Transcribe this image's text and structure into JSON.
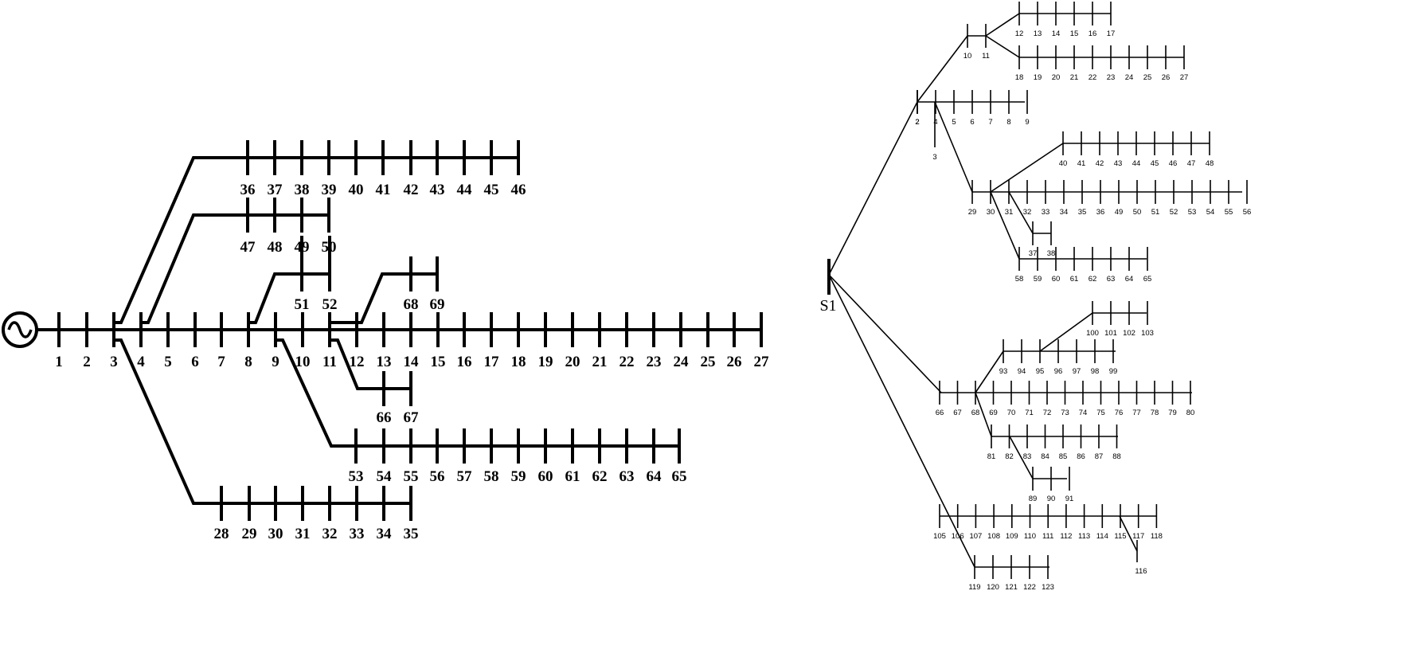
{
  "left_network": {
    "buses": [
      "1",
      "2",
      "3",
      "4",
      "5",
      "6",
      "7",
      "8",
      "9",
      "10",
      "11",
      "12",
      "13",
      "14",
      "15",
      "16",
      "17",
      "18",
      "19",
      "20",
      "21",
      "22",
      "23",
      "24",
      "25",
      "26",
      "27",
      "28",
      "29",
      "30",
      "31",
      "32",
      "33",
      "34",
      "35",
      "36",
      "37",
      "38",
      "39",
      "40",
      "41",
      "42",
      "43",
      "44",
      "45",
      "46",
      "47",
      "48",
      "49",
      "50",
      "51",
      "52",
      "53",
      "54",
      "55",
      "56",
      "57",
      "58",
      "59",
      "60",
      "61",
      "62",
      "63",
      "64",
      "65",
      "66",
      "67",
      "68",
      "69"
    ]
  },
  "right_network": {
    "source_label": "S1",
    "buses": [
      "2",
      "3",
      "4",
      "5",
      "6",
      "7",
      "8",
      "9",
      "10",
      "11",
      "12",
      "13",
      "14",
      "15",
      "16",
      "17",
      "18",
      "19",
      "20",
      "21",
      "22",
      "23",
      "24",
      "25",
      "26",
      "27",
      "29",
      "30",
      "31",
      "32",
      "33",
      "34",
      "35",
      "36",
      "37",
      "38",
      "40",
      "41",
      "42",
      "43",
      "44",
      "45",
      "46",
      "47",
      "48",
      "49",
      "50",
      "51",
      "52",
      "53",
      "54",
      "55",
      "56",
      "58",
      "59",
      "60",
      "61",
      "62",
      "63",
      "64",
      "65",
      "66",
      "67",
      "68",
      "69",
      "70",
      "71",
      "72",
      "73",
      "74",
      "75",
      "76",
      "77",
      "78",
      "79",
      "80",
      "81",
      "82",
      "83",
      "84",
      "85",
      "86",
      "87",
      "88",
      "89",
      "90",
      "91",
      "93",
      "94",
      "95",
      "96",
      "97",
      "98",
      "99",
      "100",
      "101",
      "102",
      "103",
      "105",
      "106",
      "107",
      "108",
      "109",
      "110",
      "111",
      "112",
      "113",
      "114",
      "115",
      "116",
      "117",
      "118",
      "119",
      "120",
      "121",
      "122",
      "123"
    ]
  }
}
